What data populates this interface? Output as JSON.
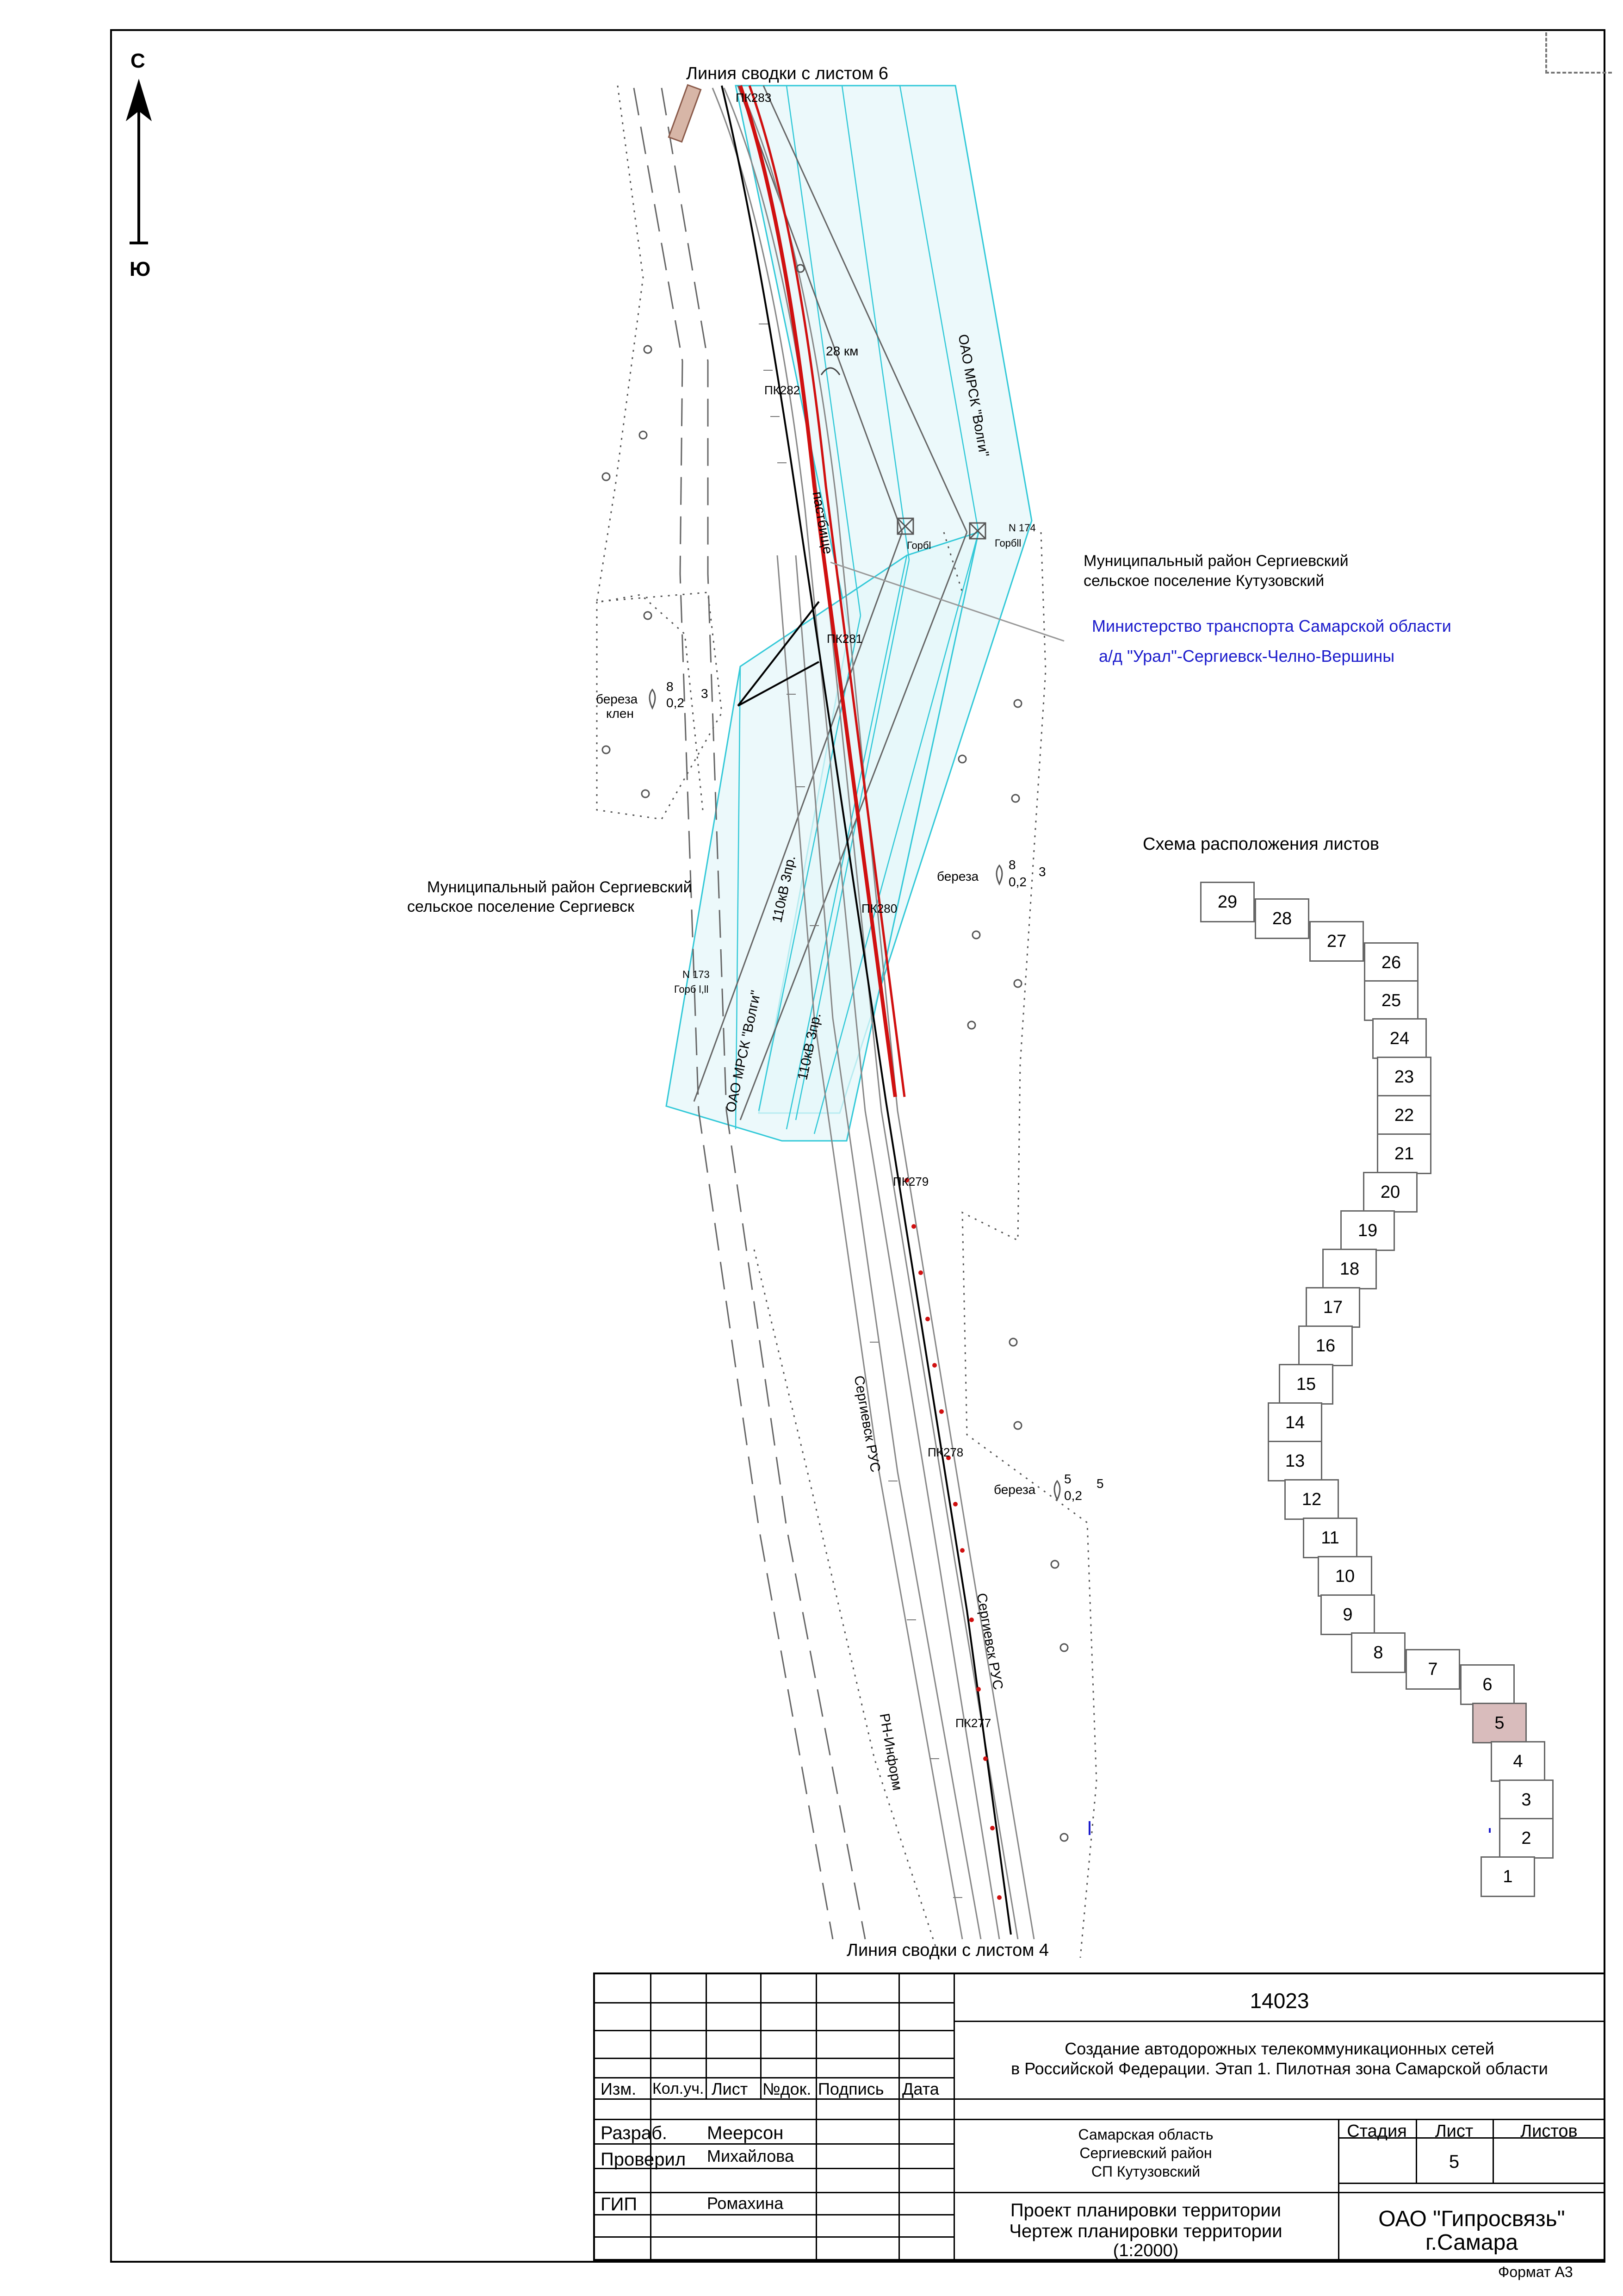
{
  "compass": {
    "north": "С",
    "south": "Ю"
  },
  "edges": {
    "top": "Линия сводки с листом 6",
    "bottom": "Линия сводки с листом 4"
  },
  "pickets": [
    "ПК283",
    "ПК282",
    "ПК281",
    "ПК280",
    "ПК279",
    "ПК278",
    "ПК277"
  ],
  "map_labels": {
    "km": "28 км",
    "pasture": "пастбище",
    "mrsk_upper": "ОАО МРСК \"Волги\"",
    "mrsk_lower": "ОАО МРСК \"Волги\"",
    "kv_1": "110кВ 3пр.",
    "kv_2": "110кВ 3пр.",
    "n174": "N 174",
    "gorb_a": "Горбl",
    "gorb_b": "Горбll",
    "n173": "N 173",
    "gorb_c": "Горб l,ll",
    "rus_1": "Сергиевск РУС",
    "rus_2": "Сергиевск РУС",
    "rn": "РН-Информ"
  },
  "trees": [
    {
      "name": "береза",
      "name2": "клен",
      "top": "8",
      "bottom": "0,2",
      "side": "3"
    },
    {
      "name": "береза",
      "name2": "",
      "top": "8",
      "bottom": "0,2",
      "side": "3"
    },
    {
      "name": "береза",
      "name2": "",
      "top": "5",
      "bottom": "0,2",
      "side": "5"
    }
  ],
  "districts": {
    "kutuzovsky_1": "Муниципальный район Сергиевский",
    "kutuzovsky_2": "сельское поселение Кутузовский",
    "owner_1": "Министерство транспорта Самарской области",
    "owner_2": "а/д \"Урал\"-Сергиевск-Челно-Вершины",
    "sergievsk_1": "Муниципальный район Сергиевский",
    "sergievsk_2": "сельское поселение Сергиевск"
  },
  "colors": {
    "zone": "#33c9d8",
    "zone_fill": "#e6f7f9",
    "cable": "#d01010",
    "owner_text": "#1c1ccc",
    "current_sheet": "#d9bcbc"
  },
  "layout": {
    "title": "Схема расположения листов",
    "sheets": [
      "29",
      "28",
      "27",
      "26",
      "25",
      "24",
      "23",
      "22",
      "21",
      "20",
      "19",
      "18",
      "17",
      "16",
      "15",
      "14",
      "13",
      "12",
      "11",
      "10",
      "9",
      "8",
      "7",
      "6",
      "5",
      "4",
      "3",
      "2",
      "1"
    ],
    "current": "5"
  },
  "stamp": {
    "code": "14023",
    "project_1": "Создание автодорожных телекоммуникационных сетей",
    "project_2": "в Российской Федерации. Этап 1. Пилотная зона Самарской области",
    "cols": [
      "Изм.",
      "Кол.уч.",
      "Лист",
      "№док.",
      "Подпись",
      "Дата"
    ],
    "roles": [
      {
        "role": "Разраб.",
        "name": "Меерсон"
      },
      {
        "role": "Проверил",
        "name": "Михайлова"
      },
      {
        "role": "ГИП",
        "name": "Ромахина"
      }
    ],
    "location_1": "Самарская область",
    "location_2": "Сергиевский район",
    "location_3": "СП Кутузовский",
    "stage_label": "Стадия",
    "sheet_label": "Лист",
    "sheets_label": "Листов",
    "sheet_value": "5",
    "doc_1": "Проект планировки территории",
    "doc_2": "Чертеж планировки территории",
    "doc_3": "(1:2000)",
    "org_1": "ОАО \"Гипросвязь\"",
    "org_2": "г.Самара"
  },
  "format": "Формат А3"
}
